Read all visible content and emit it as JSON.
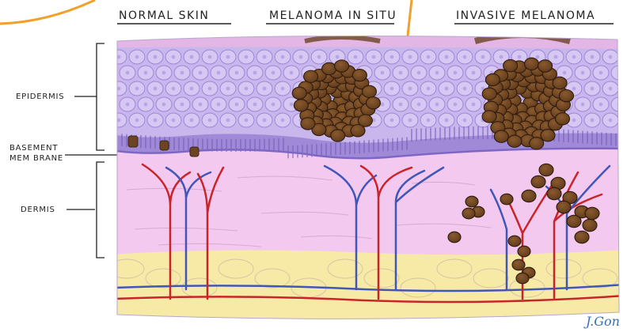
{
  "headers": {
    "normal": "NORMAL SKIN",
    "in_situ": "MELANOMA IN SITU",
    "invasive": "INVASIVE MELANOMA"
  },
  "labels": {
    "epidermis": "EPIDERMIS",
    "basement_1": "BASEMENT",
    "basement_2": "MEM BRANE",
    "dermis": "DERMIS"
  },
  "signature": "J.Gon",
  "colors": {
    "epidermis": "#c9b6ec",
    "cell_outline": "#9b86d6",
    "basal_layer": "#a08ad8",
    "dermis": "#f3c9ef",
    "fat": "#f6eaa6",
    "melanoma": "#6b4423",
    "artery": "#c8242a",
    "vein": "#4057b8",
    "accent": "#f0a02c"
  }
}
